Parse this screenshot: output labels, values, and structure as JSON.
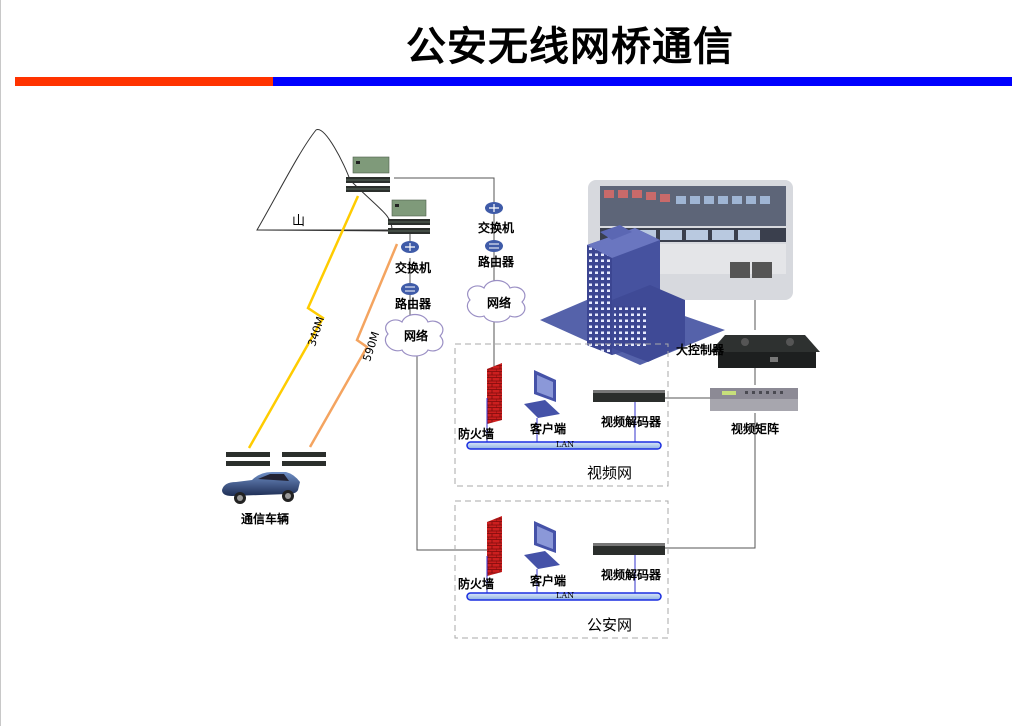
{
  "slide": {
    "title": "公安无线网桥通信",
    "accent_colors": {
      "left_bar": "#ff3300",
      "right_bar": "#0000ff"
    }
  },
  "diagram": {
    "mountain": {
      "label": "山"
    },
    "links": [
      {
        "label": "340M",
        "color": "#ffcc00"
      },
      {
        "label": "590M",
        "color": "#f4a460"
      }
    ],
    "vehicle": {
      "label": "通信车辆"
    },
    "branch_left": {
      "switch": "交换机",
      "router": "路由器",
      "network": "网络"
    },
    "branch_right": {
      "switch": "交换机",
      "router": "路由器",
      "network": "网络"
    },
    "control_center": {
      "controller": "大控制器",
      "matrix": "视频矩阵"
    },
    "video_net": {
      "name": "视频网",
      "firewall": "防火墙",
      "client": "客户端",
      "decoder": "视频解码器",
      "lan": "LAN"
    },
    "police_net": {
      "name": "公安网",
      "firewall": "防火墙",
      "client": "客户端",
      "decoder": "视频解码器",
      "lan": "LAN"
    }
  }
}
